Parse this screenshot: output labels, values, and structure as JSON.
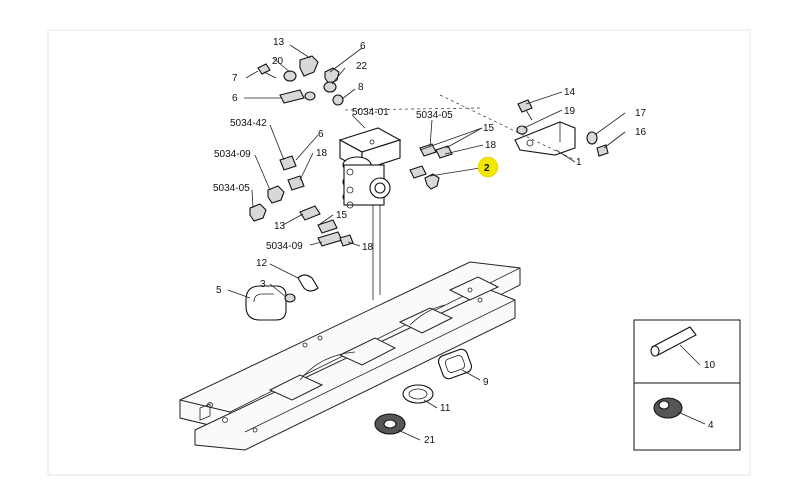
{
  "labels": {
    "l13a": "13",
    "l6a": "6",
    "l20": "20",
    "l22": "22",
    "l7": "7",
    "l8": "8",
    "l6b": "6",
    "l5034_01": "5034-01",
    "l5034_05a": "5034-05",
    "l15a": "15",
    "l18a": "18",
    "l5034_42": "5034-42",
    "l6c": "6",
    "l18b": "18",
    "l5034_09a": "5034-09",
    "l5034_05b": "5034-05",
    "l13b": "13",
    "l15b": "15",
    "l5034_09b": "5034-09",
    "l18c": "18",
    "l14": "14",
    "l19": "19",
    "l1": "1",
    "l17": "17",
    "l16": "16",
    "l12": "12",
    "l3": "3",
    "l5": "5",
    "l9": "9",
    "l11": "11",
    "l21": "21",
    "l10": "10",
    "l4": "4"
  },
  "highlight": {
    "label": "2",
    "color": "#f3e600"
  }
}
